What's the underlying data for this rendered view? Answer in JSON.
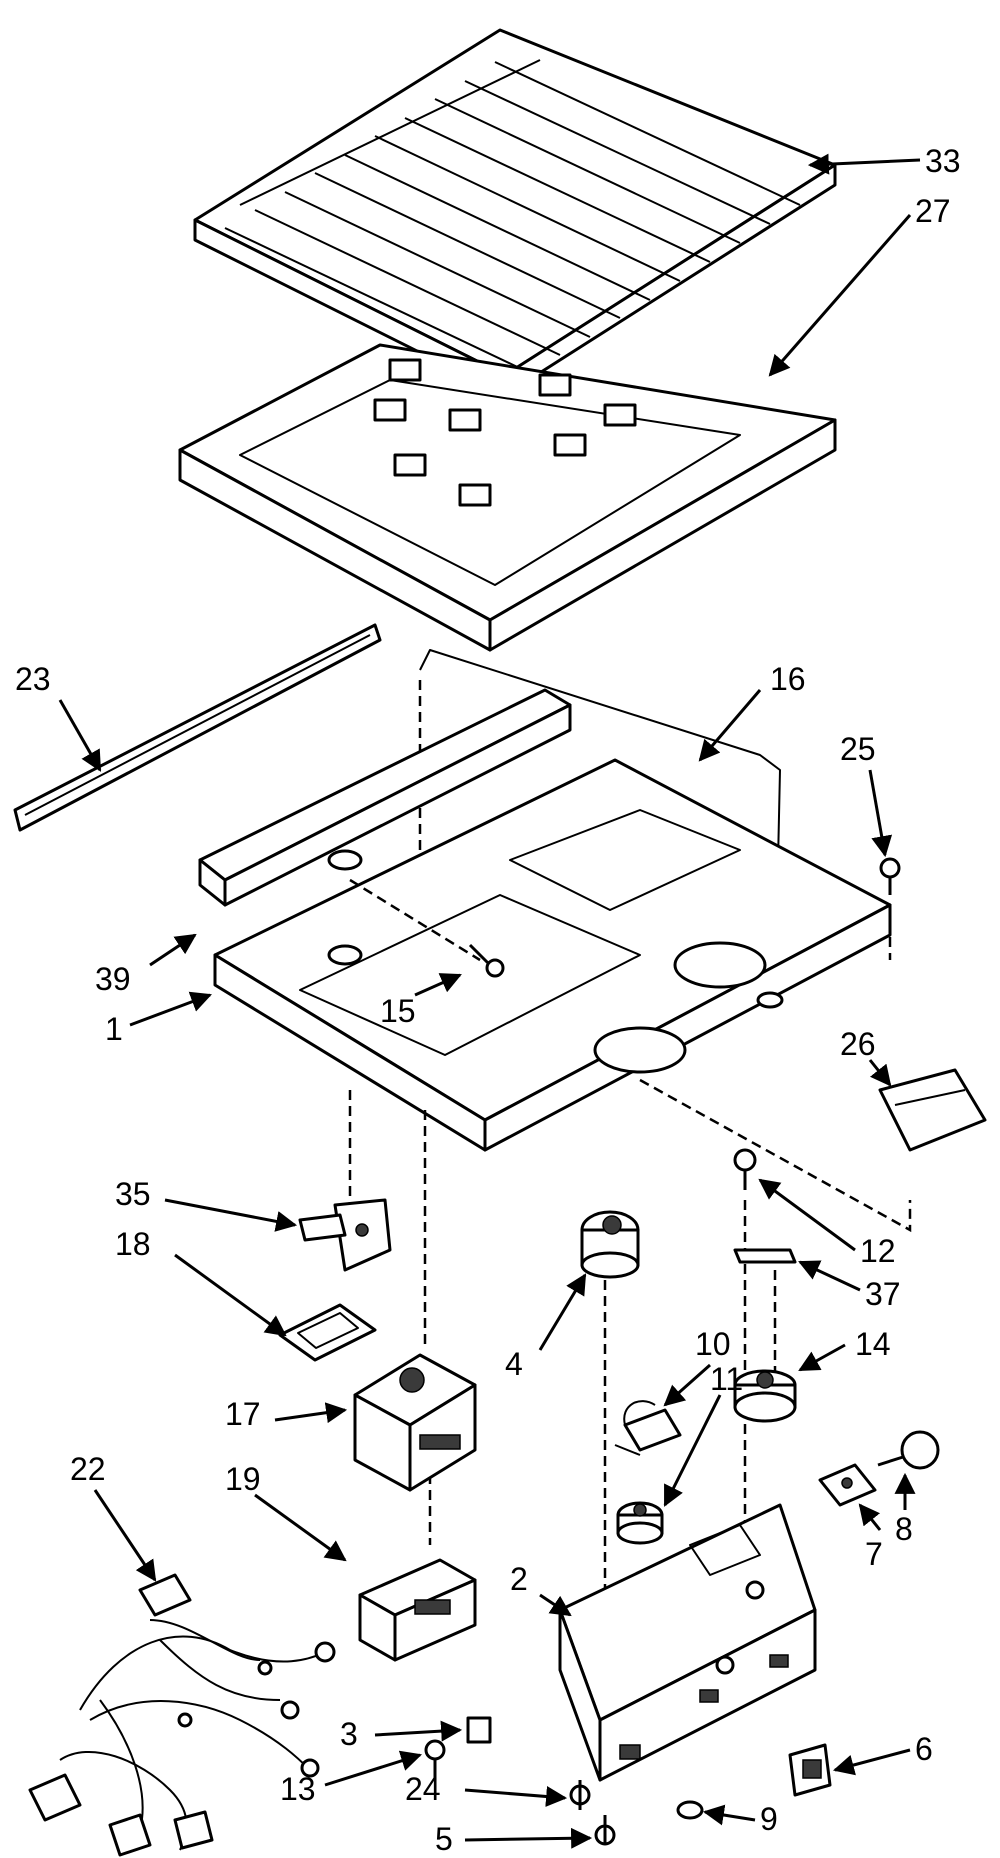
{
  "callouts": {
    "c33": "33",
    "c27": "27",
    "c23": "23",
    "c16": "16",
    "c25": "25",
    "c39": "39",
    "c1": "1",
    "c15": "15",
    "c26": "26",
    "c35": "35",
    "c18": "18",
    "c12": "12",
    "c37": "37",
    "c4": "4",
    "c10": "10",
    "c14": "14",
    "c17": "17",
    "c11": "11",
    "c19": "19",
    "c22": "22",
    "c8": "8",
    "c7": "7",
    "c2": "2",
    "c13": "13",
    "c3": "3",
    "c6": "6",
    "c24": "24",
    "c5": "5",
    "c9": "9"
  },
  "colors": {
    "ink": "#000000",
    "paper": "#ffffff"
  }
}
